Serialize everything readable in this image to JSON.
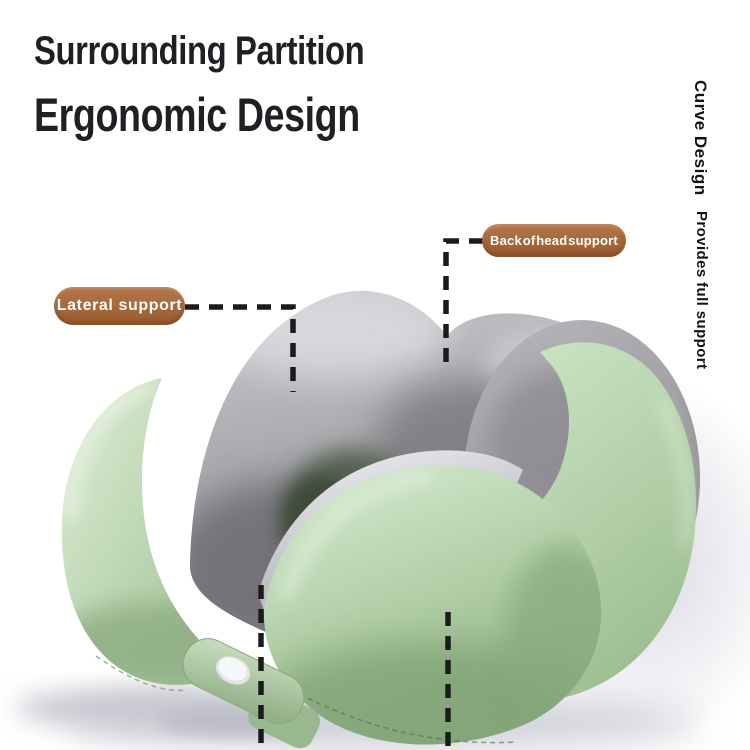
{
  "header": {
    "title_line1": "Surrounding Partition",
    "title_line2": "Ergonomic Design"
  },
  "side_note": {
    "line1": "Curve Design",
    "line2": "Provides full support"
  },
  "callouts": {
    "lateral": {
      "label": "Lateral support"
    },
    "back_of_head": {
      "label": "Back of head support"
    }
  },
  "product": {
    "type": "U-shaped memory foam neck pillow",
    "labeled_parts": [
      "Lateral support",
      "Back of head support"
    ]
  },
  "colors": {
    "title_text": "#211e24",
    "dash": "#1b1b1b",
    "badge_top": "#b3764a",
    "badge_bottom": "#9a5c2e",
    "pillow_green": "#b7d3ae",
    "pillow_green_light": "#d8ecd2",
    "pillow_green_dark": "#8fb086",
    "pillow_gray": "#a5a4a9",
    "pillow_gray_dark": "#7b7980",
    "snap_white": "#f2f3f5",
    "shadow": "#d2d2dc"
  }
}
